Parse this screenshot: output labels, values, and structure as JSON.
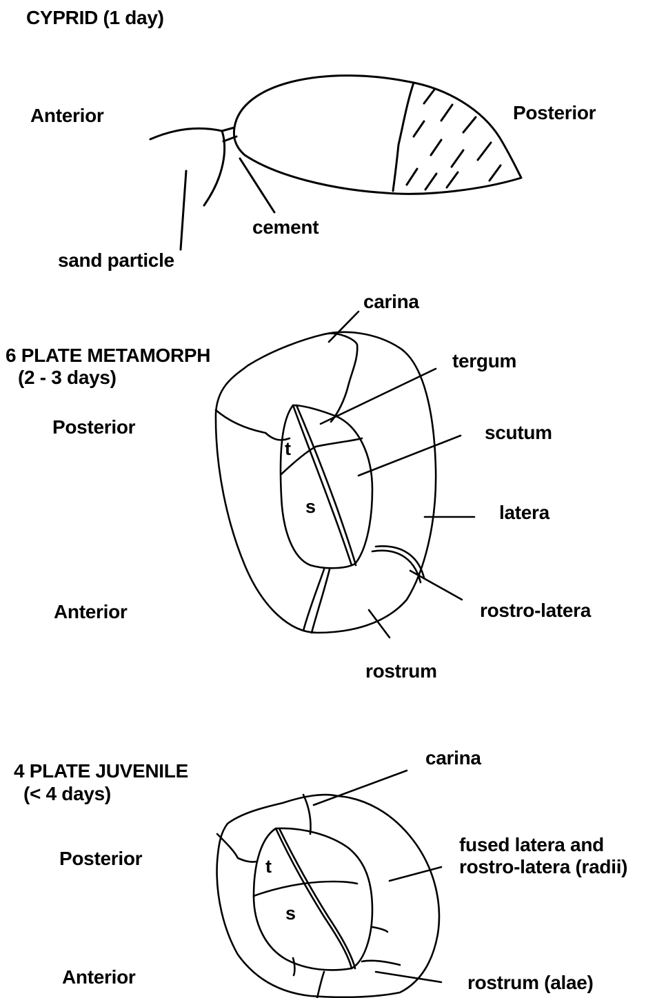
{
  "cyprid": {
    "title": "CYPRID (1 day)",
    "anterior": "Anterior",
    "posterior": "Posterior",
    "cement": "cement",
    "sand": "sand particle"
  },
  "metamorph": {
    "title_line1": "6 PLATE METAMORPH",
    "title_line2": "(2 - 3 days)",
    "posterior": "Posterior",
    "anterior": "Anterior",
    "carina": "carina",
    "tergum": "tergum",
    "scutum": "scutum",
    "latera": "latera",
    "rostro_latera": "rostro-latera",
    "rostrum": "rostrum",
    "t": "t",
    "s": "s"
  },
  "juvenile": {
    "title_line1": "4 PLATE JUVENILE",
    "title_line2": "(< 4 days)",
    "posterior": "Posterior",
    "anterior": "Anterior",
    "carina": "carina",
    "fused_line1": "fused latera and",
    "fused_line2": "rostro-latera (radii)",
    "rostrum": "rostrum (alae)",
    "t": "t",
    "s": "s"
  }
}
